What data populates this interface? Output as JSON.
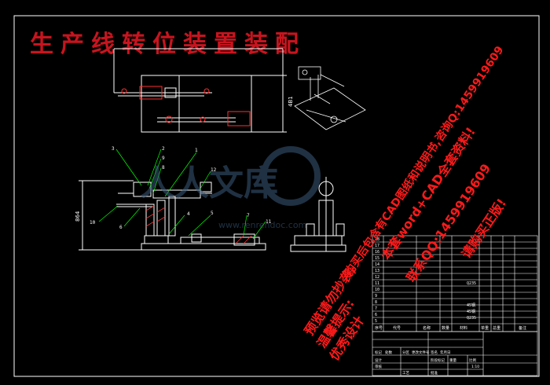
{
  "drawing": {
    "title": "生产线转位装置装配",
    "logo_text": "人人文库",
    "site_text": "www.renrendoc.com",
    "colors": {
      "background": "#000000",
      "frame": "#ffffff",
      "title": "#c8141e",
      "parts": "#ffffff",
      "leader": "#00ff00",
      "dimension": "#ffffff",
      "hatch": "#ff3030",
      "watermark_red": "#ff1a1a",
      "watermark_blue": "#3a5a7a"
    }
  },
  "callouts": {
    "c1": "1",
    "c2": "2",
    "c3": "3",
    "c4": "4",
    "c5": "5",
    "c6": "6",
    "c7": "7",
    "c8": "8",
    "c9": "9",
    "c10": "10",
    "c11": "11",
    "c12": "12"
  },
  "dimensions": {
    "front_height": "864",
    "top_height": "4B1"
  },
  "watermarks": {
    "line1": "购买后包含有CAD图纸和说明书,咨询Q:1459919609",
    "line2": "预览请勿抄袭,",
    "line3": "温馨提示:",
    "line4": "优秀设计"
  },
  "red_overlay": {
    "a": "本套word+CAD全套资料!",
    "b": "联系QQ:1459919609",
    "c": "请购买正版!"
  },
  "parts_table": {
    "row_numbers": [
      "18",
      "17",
      "16",
      "15",
      "14",
      "13",
      "12",
      "11",
      "10",
      "9",
      "8",
      "7",
      "6",
      "5"
    ],
    "header": [
      "序号",
      "代号",
      "名称",
      "数量",
      "材料",
      "单重",
      "总重",
      "备注"
    ],
    "materials": [
      "Q235",
      "45钢",
      "45钢",
      "Q235"
    ]
  },
  "title_block": {
    "labels": [
      "标记",
      "处数",
      "分区",
      "更改文件号",
      "签名",
      "年月日",
      "设计",
      "审核",
      "工艺",
      "批准",
      "阶段标记",
      "重量",
      "比例"
    ],
    "scale": "1:10"
  }
}
